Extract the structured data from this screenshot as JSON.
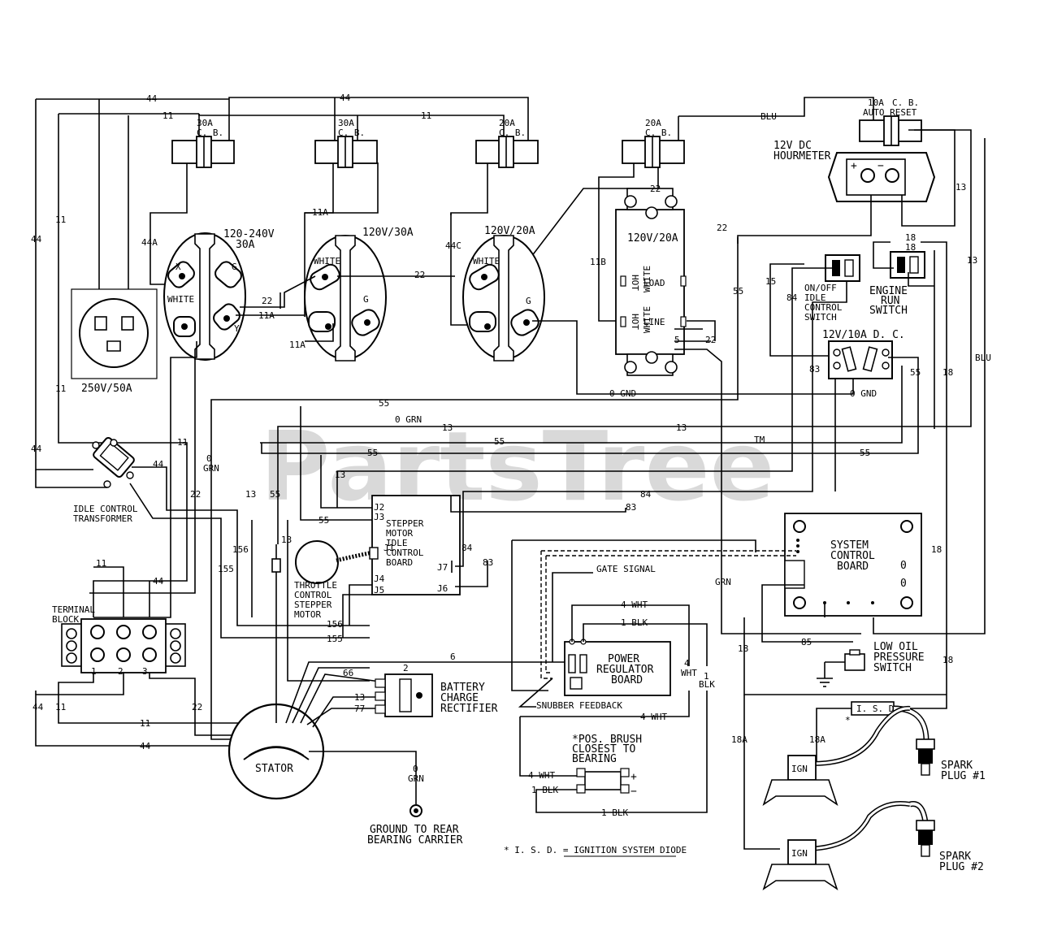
{
  "watermark": {
    "text": "PartsTree",
    "tm": "TM"
  },
  "breakers": {
    "cb1": {
      "rating": "30A",
      "type": "C. B."
    },
    "cb2": {
      "rating": "30A",
      "type": "C. B."
    },
    "cb3": {
      "rating": "20A",
      "type": "C. B."
    },
    "cb4": {
      "rating": "20A",
      "type": "C. B."
    },
    "cb5": {
      "rating": "10A",
      "type": "C. B.",
      "sub": "AUTO RESET"
    }
  },
  "receptacles": {
    "r50": "250V/50A",
    "r240": {
      "line1": "120-240V",
      "line2": "30A",
      "x": "X",
      "w": "WHITE",
      "y": "Y",
      "g": "G"
    },
    "r30": {
      "label": "120V/30A",
      "white": "WHITE",
      "g": "G"
    },
    "r20": {
      "label": "120V/20A",
      "white": "WHITE",
      "g": "G"
    },
    "gfci": {
      "label": "120V/20A",
      "load": "LOAD",
      "line": "LINE",
      "hot": "HOT",
      "white": "WHITE"
    }
  },
  "components": {
    "hourmeter": {
      "l1": "12V DC",
      "l2": "HOURMETER",
      "plus": "+",
      "minus": "−"
    },
    "idle_switch": {
      "l1": "ON/OFF",
      "l2": "IDLE",
      "l3": "CONTROL",
      "l4": "SWITCH"
    },
    "run_switch": {
      "l1": "ENGINE",
      "l2": "RUN",
      "l3": "SWITCH"
    },
    "dc_breaker": "12V/10A D. C.",
    "idle_transformer": {
      "l1": "IDLE CONTROL",
      "l2": "TRANSFORMER"
    },
    "stepper_board": {
      "l1": "STEPPER",
      "l2": "MOTOR",
      "l3": "IDLE",
      "l4": "CONTROL",
      "l5": "BOARD",
      "j1": "J1",
      "j2": "J2",
      "j3": "J3",
      "j4": "J4",
      "j5": "J5",
      "j6": "J6",
      "j7": "J7"
    },
    "throttle": {
      "l1": "THROTTLE",
      "l2": "CONTROL",
      "l3": "STEPPER",
      "l4": "MOTOR"
    },
    "system_board": {
      "l1": "SYSTEM",
      "l2": "CONTROL",
      "l3": "BOARD"
    },
    "terminal_block": {
      "l1": "TERMINAL",
      "l2": "BLOCK",
      "t1": "1",
      "t2": "2",
      "t3": "3"
    },
    "power_regulator": {
      "l1": "POWER",
      "l2": "REGULATOR",
      "l3": "BOARD"
    },
    "battery_rectifier": {
      "l1": "BATTERY",
      "l2": "CHARGE",
      "l3": "RECTIFIER"
    },
    "stator": "STATOR",
    "ground": {
      "l1": "GROUND TO REAR",
      "l2": "BEARING CARRIER"
    },
    "low_oil": {
      "l1": "LOW OIL",
      "l2": "PRESSURE",
      "l3": "SWITCH"
    },
    "brush": {
      "l1": "*POS. BRUSH",
      "l2": "CLOSEST TO",
      "l3": "BEARING",
      "plus": "+",
      "minus": "−"
    },
    "spark1": {
      "l1": "SPARK",
      "l2": "PLUG #1"
    },
    "spark2": {
      "l1": "SPARK",
      "l2": "PLUG #2"
    },
    "ignition_module": "IGN",
    "isd": "I. S. D.",
    "isd_star": "*"
  },
  "notes": {
    "gate_signal": "GATE SIGNAL",
    "snubber_feedback": "SNUBBER FEEDBACK",
    "legend": "* I. S. D. = IGNITION SYSTEM DIODE"
  },
  "wires": {
    "w44": "44",
    "w11": "11",
    "blu": "BLU",
    "w44a": "44A",
    "w11a": "11A",
    "w44c": "44C",
    "w11b": "11B",
    "w22": "22",
    "w55": "55",
    "w15": "15",
    "w84": "84",
    "w83": "83",
    "w13": "13",
    "w18": "18",
    "w0gnd": "0 GND",
    "w0grn": "0 GRN",
    "w0": "0",
    "grn": "GRN",
    "w156": "156",
    "w155": "155",
    "w6": "6",
    "w2": "2",
    "w66": "66",
    "w77": "77",
    "w4wht": "4 WHT",
    "w1blk": "1 BLK",
    "w4": "4",
    "wht": "WHT",
    "w1": "1",
    "blk": "BLK",
    "w85": "85",
    "w18a": "18A",
    "w5": "5"
  }
}
